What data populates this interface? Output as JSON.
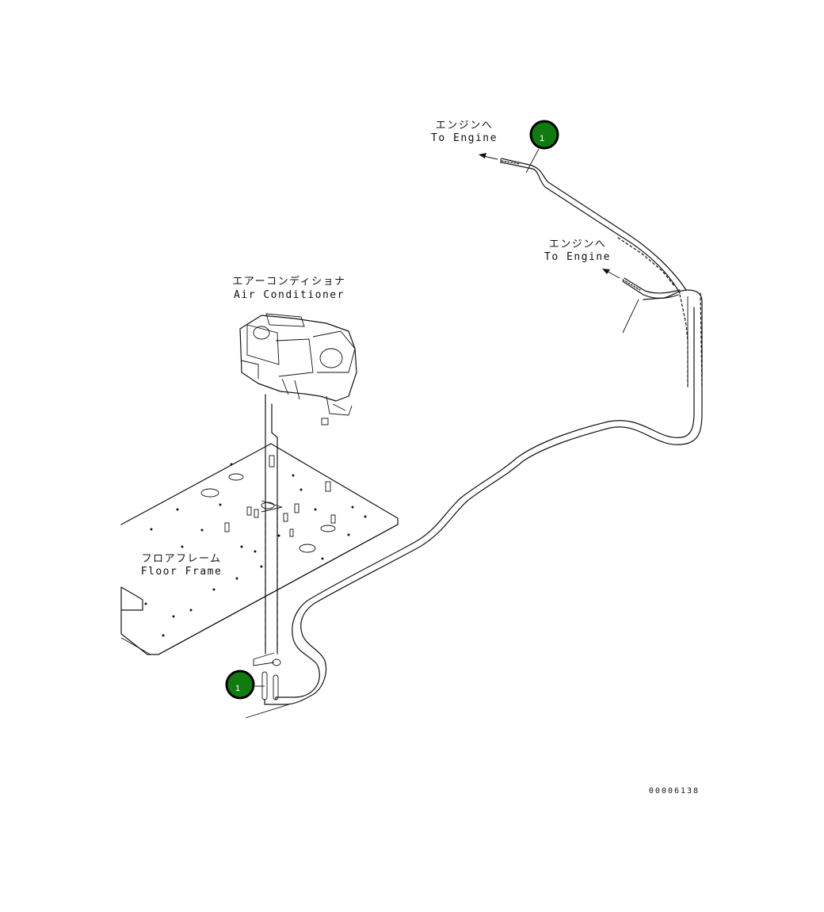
{
  "labels": {
    "engine_top_jp": "エンジンへ",
    "engine_top_en": "To Engine",
    "engine_mid_jp": "エンジンへ",
    "engine_mid_en": "To Engine",
    "aircon_jp": "エアーコンディショナ",
    "aircon_en": "Air Conditioner",
    "floor_jp": "フロアフレーム",
    "floor_en": "Floor Frame"
  },
  "callouts": [
    {
      "number": "1"
    },
    {
      "number": "1"
    }
  ],
  "drawing_code": "00006138",
  "colors": {
    "badge_fill": "#117a11",
    "badge_stroke": "#000000",
    "line": "#111111",
    "background": "#ffffff"
  }
}
